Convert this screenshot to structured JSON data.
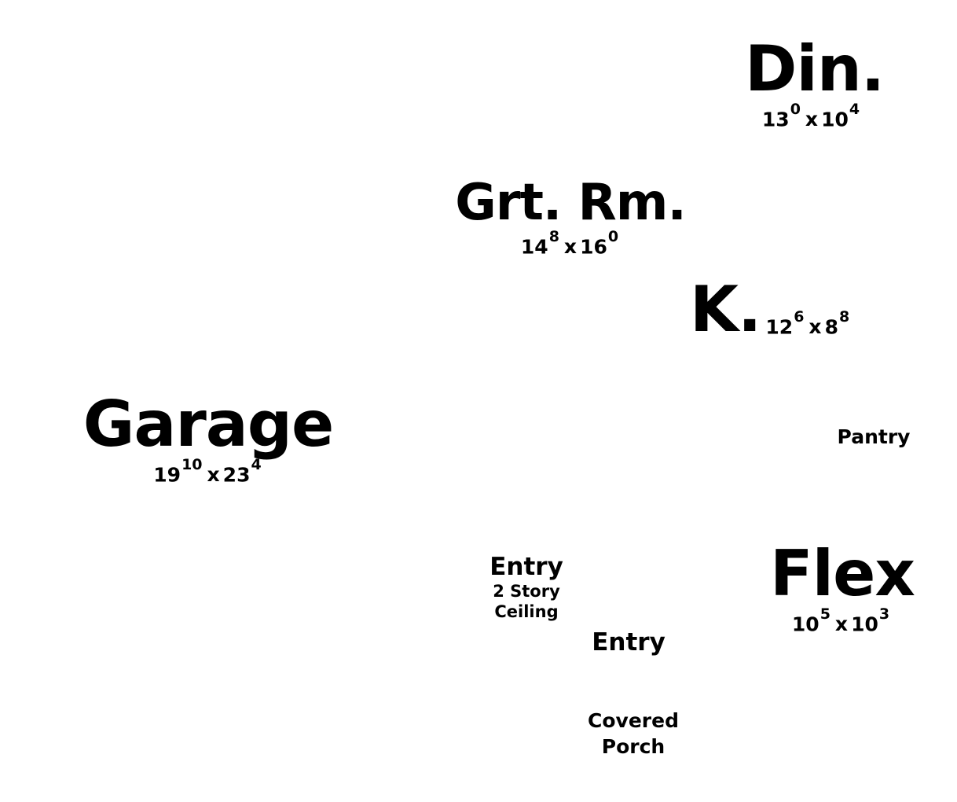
{
  "rooms": {
    "dining": {
      "name": "Din.",
      "dim_a": "13",
      "dim_a_sup": "0",
      "sep": "x",
      "dim_b": "10",
      "dim_b_sup": "4"
    },
    "great_room": {
      "name": "Grt. Rm.",
      "dim_a": "14",
      "dim_a_sup": "8",
      "sep": "x",
      "dim_b": "16",
      "dim_b_sup": "0"
    },
    "kitchen": {
      "name": "K.",
      "dim_a": "12",
      "dim_a_sup": "6",
      "sep": "x",
      "dim_b": "8",
      "dim_b_sup": "8"
    },
    "pantry": {
      "name": "Pantry"
    },
    "garage": {
      "name": "Garage",
      "dim_a": "19",
      "dim_a_sup": "10",
      "sep": "x",
      "dim_b": "23",
      "dim_b_sup": "4"
    },
    "entry_two_story": {
      "name": "Entry",
      "note_line1": "2 Story",
      "note_line2": "Ceiling"
    },
    "entry": {
      "name": "Entry"
    },
    "flex": {
      "name": "Flex",
      "dim_a": "10",
      "dim_a_sup": "5",
      "sep": "x",
      "dim_b": "10",
      "dim_b_sup": "3"
    },
    "covered_porch": {
      "name_line1": "Covered",
      "name_line2": "Porch"
    }
  }
}
